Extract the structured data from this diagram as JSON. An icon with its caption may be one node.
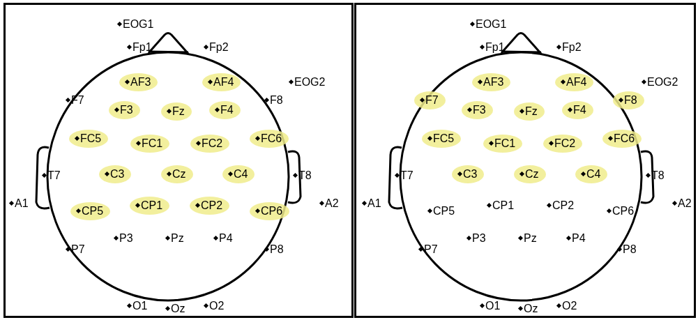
{
  "diagram": {
    "nodes": [
      {
        "text": [
          "AF3"
        ]
      },
      {
        "text": [
          "AF4"
        ]
      },
      {
        "text": [
          "F3"
        ]
      },
      {
        "text": [
          "Fz"
        ]
      },
      {
        "text": [
          "F4"
        ]
      },
      {
        "text": [
          "FC5"
        ]
      },
      {
        "text": [
          "FC6"
        ]
      },
      {
        "text": [
          "FC1"
        ]
      },
      {
        "text": [
          "FC2"
        ]
      },
      {
        "text": [
          "C3"
        ]
      },
      {
        "text": [
          "Cz"
        ]
      },
      {
        "text": [
          "C4"
        ]
      },
      {
        "text": [
          "CP1"
        ]
      },
      {
        "text": [
          "CP2"
        ]
      },
      {
        "text": [
          "CP5"
        ]
      },
      {
        "text": [
          "CP6"
        ]
      },
      {
        "text": [
          "AF3"
        ]
      },
      {
        "text": [
          "AF4"
        ]
      },
      {
        "text": [
          "F7"
        ]
      },
      {
        "text": [
          "F8"
        ]
      },
      {
        "text": [
          "F3"
        ]
      },
      {
        "text": [
          "Fz"
        ]
      },
      {
        "text": [
          "F4"
        ]
      },
      {
        "text": [
          "FC5"
        ]
      },
      {
        "text": [
          "FC6"
        ]
      },
      {
        "text": [
          "FC1"
        ]
      },
      {
        "text": [
          "FC2"
        ]
      },
      {
        "text": [
          "C3"
        ]
      },
      {
        "text": [
          "Cz"
        ]
      },
      {
        "text": [
          "C4"
        ]
      }
    ],
    "labels": [
      "EOG1",
      "Fp1",
      "Fp2",
      "EOG2",
      "F7",
      "F8",
      "T7",
      "T8",
      "A1",
      "A2",
      "P3",
      "Pz",
      "P4",
      "P7",
      "P8",
      "O1",
      "Oz",
      "O2",
      "EOG1",
      "Fp1",
      "Fp2",
      "EOG2",
      "T7",
      "T8",
      "A1",
      "CP1",
      "CP2",
      "A2",
      "CP5",
      "CP6",
      "P3",
      "Pz",
      "P4",
      "P7",
      "P8",
      "O1",
      "Oz",
      "O2"
    ]
  }
}
